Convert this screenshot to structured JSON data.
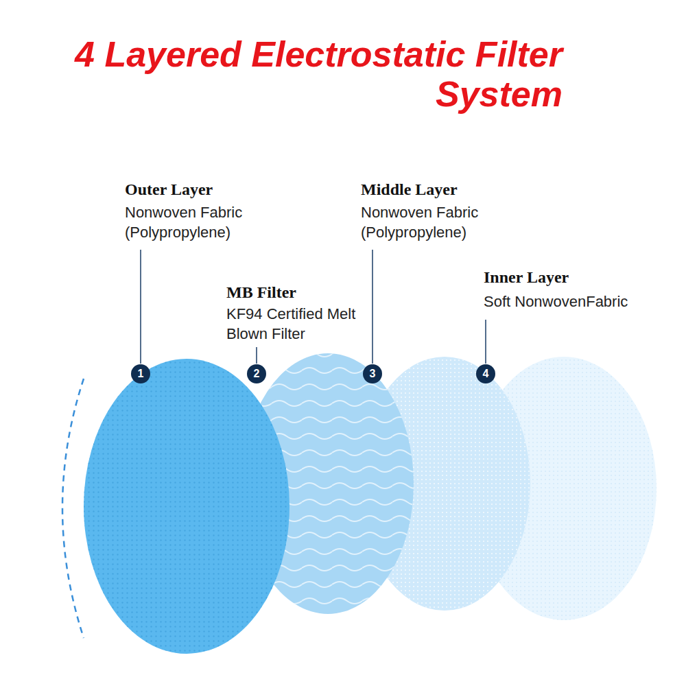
{
  "diagram": {
    "title": "4 Layered Electrostatic Filter System",
    "nodes": [
      {
        "text": [
          "1"
        ]
      },
      {
        "text": [
          "2"
        ]
      },
      {
        "text": [
          "3"
        ]
      },
      {
        "text": [
          "4"
        ]
      }
    ],
    "labels": [
      "Outer Layer",
      "Nonwoven Fabric (Polypropylene)",
      "MB Filter",
      "KF94 Certified Melt Blown Filter",
      "Middle Layer",
      "Nonwoven Fabric (Polypropylene)",
      "Inner Layer",
      "Soft NonwovenFabric"
    ]
  }
}
